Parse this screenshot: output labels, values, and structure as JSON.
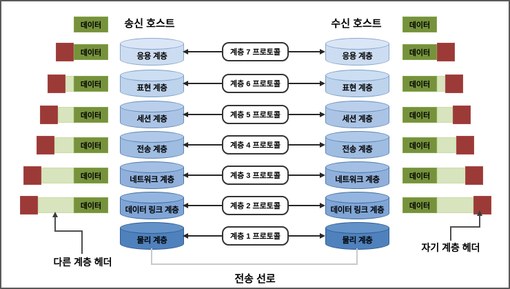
{
  "titles": {
    "tx_host": "송신 호스트",
    "rx_host": "수신 호스트"
  },
  "labels": {
    "data": "데이터",
    "transmission_line": "전송 선로",
    "other_layer_header": "다른 계층 헤더",
    "own_layer_header": "자기 계층 헤더"
  },
  "layers": [
    {
      "num": 7,
      "name": "응용 계층",
      "protocol": "계층 7 프로토콜"
    },
    {
      "num": 6,
      "name": "표현 계층",
      "protocol": "계층 6 프로토콜"
    },
    {
      "num": 5,
      "name": "세션 계층",
      "protocol": "계층 5 프로토콜"
    },
    {
      "num": 4,
      "name": "전송 계층",
      "protocol": "계층 4 프로토콜"
    },
    {
      "num": 3,
      "name": "네트워크 계층",
      "protocol": "계층 3 프로토콜"
    },
    {
      "num": 2,
      "name": "데이터 링크 계층",
      "protocol": "계층 2 프로토콜"
    },
    {
      "num": 1,
      "name": "물리 계층",
      "protocol": "계층 1 프로토콜"
    }
  ],
  "colors": {
    "data_block": "#76923c",
    "header_block": "#9c3a38",
    "accumulated_header_block": "#d7e4bd",
    "cylinder_shades_top_to_bottom": [
      "#cdddf1",
      "#bed3ec",
      "#abc4e5",
      "#9fbce1",
      "#90b0db",
      "#7fa5d6",
      "#4f81bd"
    ],
    "frame_border": "#595959",
    "transmission_line_color": "#c9c9c9"
  }
}
